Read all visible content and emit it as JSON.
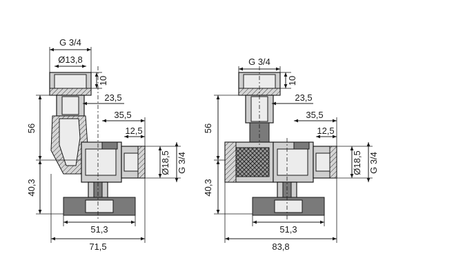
{
  "colors": {
    "line": "#1a1a1a",
    "body": "#cfcfcf",
    "dark": "#7a7a7a",
    "background": "#ffffff"
  },
  "left_valve": {
    "thread_top": "G 3/4",
    "diameter_top": "Ø13,8",
    "height_top": "10",
    "offset_23": "23,5",
    "offset_35": "35,5",
    "offset_12": "12,5",
    "height_upper": "56",
    "height_lower": "40,3",
    "diameter_side": "Ø18,5",
    "thread_side": "G 3/4",
    "width_base": "51,3",
    "width_total": "71,5"
  },
  "right_valve": {
    "thread_top": "G 3/4",
    "height_top": "10",
    "offset_23": "23,5",
    "offset_35": "35,5",
    "offset_12": "12,5",
    "height_upper": "56",
    "height_lower": "40,3",
    "diameter_side": "Ø18,5",
    "thread_side": "G 3/4",
    "width_base": "51,3",
    "width_total": "83,8"
  }
}
